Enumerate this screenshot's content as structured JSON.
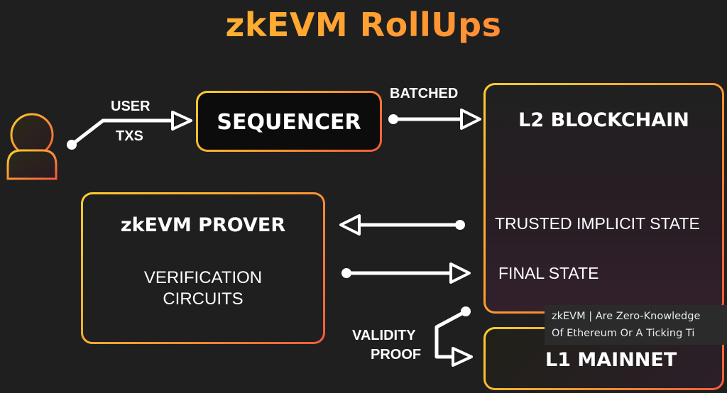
{
  "title": "zkEVM RollUps",
  "labels": {
    "user": "USER",
    "txs": "TXS",
    "batched": "BATCHED",
    "validity": "VALIDITY",
    "proof": "PROOF"
  },
  "nodes": {
    "sequencer": "SEQUENCER",
    "l2_blockchain": "L2 BLOCKCHAIN",
    "trusted_state": "TRUSTED IMPLICIT STATE",
    "final_state": "FINAL STATE",
    "prover_title": "zkEVM PROVER",
    "prover_body_line1": "VERIFICATION",
    "prover_body_line2": "CIRCUITS",
    "l1_mainnet": "L1 MAINNET"
  },
  "tooltip": {
    "line1": "zkEVM | Are Zero-Knowledge",
    "line2": "Of Ethereum Or A Ticking Ti"
  },
  "icons": [
    "user-icon",
    "blockchain-cubes-icon"
  ],
  "colors": {
    "background": "#1f1f1f",
    "accent_yellow": "#ffcd2e",
    "accent_orange": "#ff9f30",
    "accent_red": "#f35a3a"
  }
}
